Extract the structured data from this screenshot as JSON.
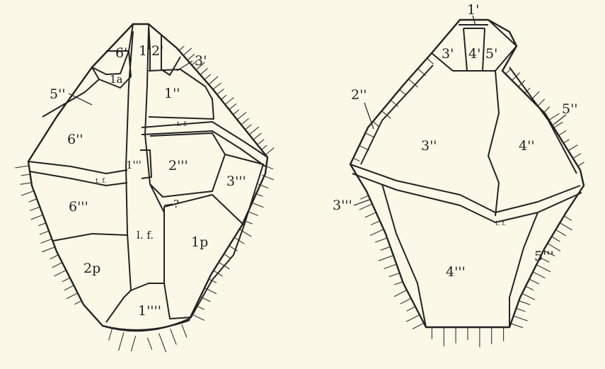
{
  "left_view": {
    "labels": [
      "6'",
      "1'",
      "2'",
      "3'",
      "1a",
      "5''",
      "1''",
      "t. f.",
      "6''",
      "1'''",
      "2'''",
      "3'''",
      "t. f.",
      "6'''",
      "?",
      "l. f.",
      "1p",
      "2p",
      "1''''"
    ]
  },
  "right_view": {
    "labels": [
      "1'",
      "3'",
      "4'",
      "5'",
      "2''",
      "5''",
      "3''",
      "4''",
      "3'''",
      "t. f.",
      "4'''",
      "5'''"
    ]
  },
  "colors": {
    "background": "#fbf8e8",
    "ink": "#222222"
  }
}
